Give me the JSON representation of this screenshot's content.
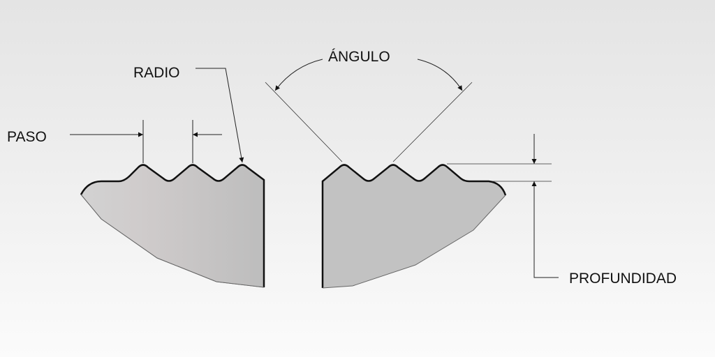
{
  "labels": {
    "angle": "ÁNGULO",
    "radius": "RADIO",
    "pitch": "PASO",
    "depth": "PROFUNDIDAD"
  },
  "colors": {
    "fill": "#c4c4c4",
    "outline": "#111111"
  }
}
